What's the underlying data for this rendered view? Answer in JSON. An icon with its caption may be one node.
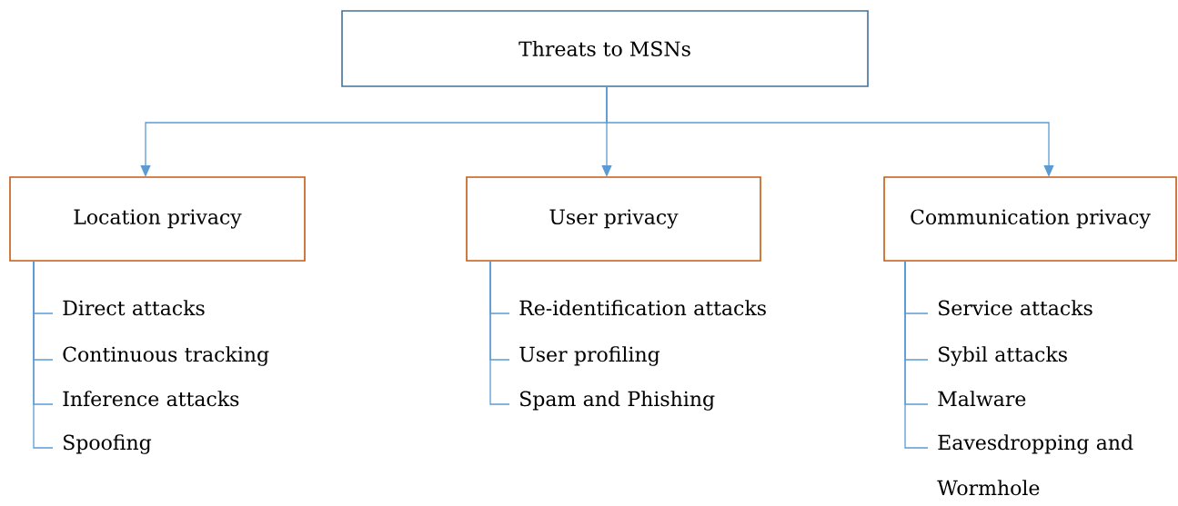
{
  "diagram": {
    "nodes": [
      {
        "text": [
          "Threats to MSNs"
        ]
      },
      {
        "text": [
          "Location privacy"
        ]
      },
      {
        "text": [
          "User privacy"
        ]
      },
      {
        "text": [
          "Communication privacy"
        ]
      },
      {
        "text": [
          "Direct attacks"
        ]
      },
      {
        "text": [
          "Continuous tracking"
        ]
      },
      {
        "text": [
          "Inference attacks"
        ]
      },
      {
        "text": [
          "Spoofing"
        ]
      },
      {
        "text": [
          "Re-identification attacks"
        ]
      },
      {
        "text": [
          "User profiling"
        ]
      },
      {
        "text": [
          "Spam and Phishing"
        ]
      },
      {
        "text": [
          "Service attacks"
        ]
      },
      {
        "text": [
          "Sybil attacks"
        ]
      },
      {
        "text": [
          "Malware"
        ]
      },
      {
        "text": [
          "Eavesdropping and Wormhole"
        ]
      }
    ],
    "edges": [
      {
        "from": 0,
        "to": 1,
        "arrow": "to"
      },
      {
        "from": 0,
        "to": 2,
        "arrow": "to"
      },
      {
        "from": 0,
        "to": 3,
        "arrow": "to"
      },
      {
        "from": 1,
        "to": 4,
        "arrow": "none"
      },
      {
        "from": 1,
        "to": 5,
        "arrow": "none"
      },
      {
        "from": 1,
        "to": 6,
        "arrow": "none"
      },
      {
        "from": 1,
        "to": 7,
        "arrow": "none"
      },
      {
        "from": 2,
        "to": 8,
        "arrow": "none"
      },
      {
        "from": 2,
        "to": 9,
        "arrow": "none"
      },
      {
        "from": 2,
        "to": 10,
        "arrow": "none"
      },
      {
        "from": 3,
        "to": 11,
        "arrow": "none"
      },
      {
        "from": 3,
        "to": 12,
        "arrow": "none"
      },
      {
        "from": 3,
        "to": 13,
        "arrow": "none"
      },
      {
        "from": 3,
        "to": 14,
        "arrow": "none"
      }
    ]
  }
}
